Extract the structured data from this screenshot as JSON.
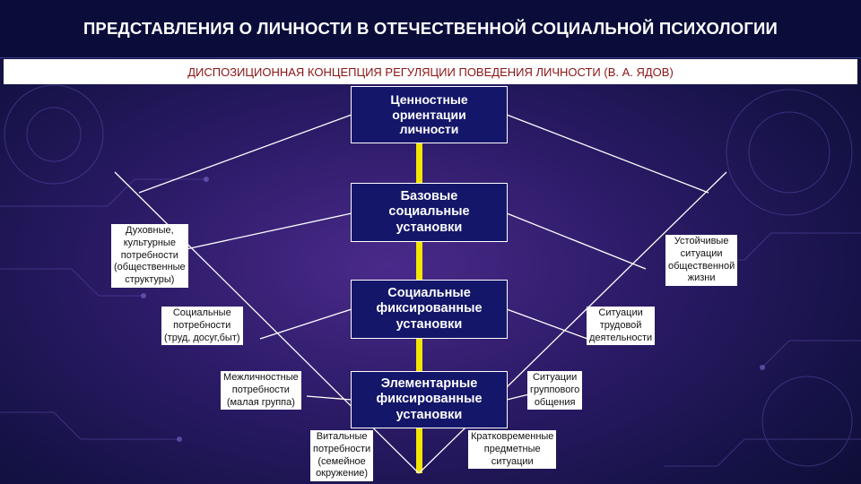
{
  "title": "ПРЕДСТАВЛЕНИЯ О ЛИЧНОСТИ В ОТЕЧЕСТВЕННОЙ СОЦИАЛЬНОЙ ПСИХОЛОГИИ",
  "subtitle": "ДИСПОЗИЦИОННАЯ КОНЦЕПЦИЯ РЕГУЛЯЦИИ ПОВЕДЕНИЯ ЛИЧНОСТИ (В. А. ЯДОВ)",
  "colors": {
    "box_fill": "#14166a",
    "axis": "#f2e600",
    "title_text": "#ffffff",
    "subtitle_text": "#8b1414"
  },
  "dispositions": [
    "Ценностные\nориентации\nличности",
    "Базовые\nсоциальные\nустановки",
    "Социальные\nфиксированные\nустановки",
    "Элементарные\nфиксированные\nустановки"
  ],
  "needs": [
    "Духовные,\nкультурные\nпотребности\n(общественные\nструктуры)",
    "Социальные\nпотребности\n(труд, досуг,быт)",
    "Межличностные\nпотребности\n(малая группа)",
    "Витальные\nпотребности\n(семейное\nокружение)"
  ],
  "situations": [
    "Устойчивые\nситуации\nобщественной\nжизни",
    "Ситуации\nтрудовой\nдеятельности",
    "Ситуации\nгруппового\nобщения",
    "Кратковременные\nпредметные\nситуации"
  ]
}
